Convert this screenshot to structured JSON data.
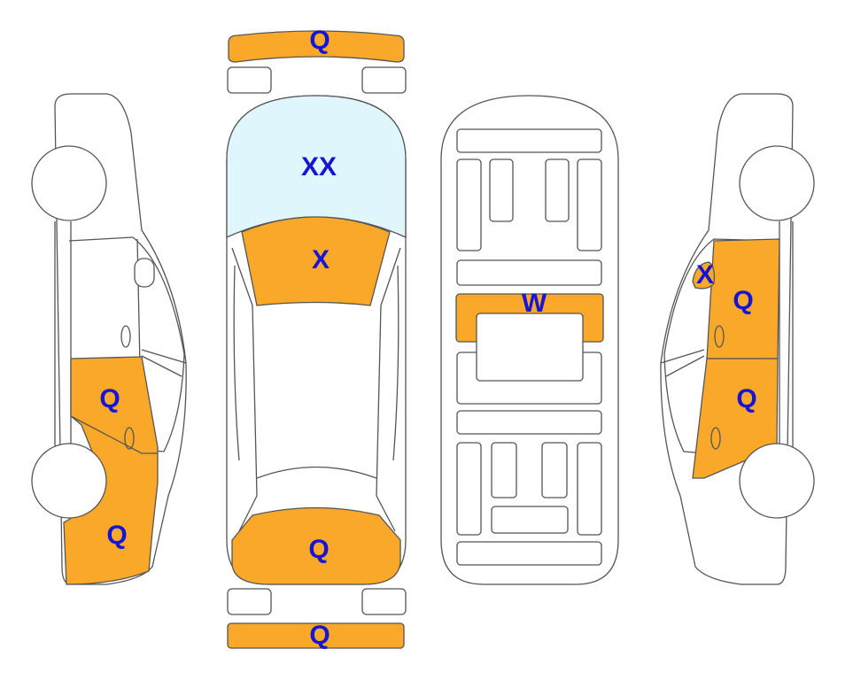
{
  "colors": {
    "damage_fill": "#FAA82A",
    "glass_fill": "#E0F6FD",
    "label_color": "#1515D6",
    "outline": "#555555"
  },
  "labels": {
    "front_bumper": "Q",
    "windshield": "XX",
    "hood": "X",
    "trunk": "Q",
    "rear_bumper": "Q",
    "underbody_center": "W",
    "left_rear_door": "Q",
    "left_rear_quarter": "Q",
    "right_mirror": "X",
    "right_front_door": "Q",
    "right_rear_door": "Q"
  }
}
